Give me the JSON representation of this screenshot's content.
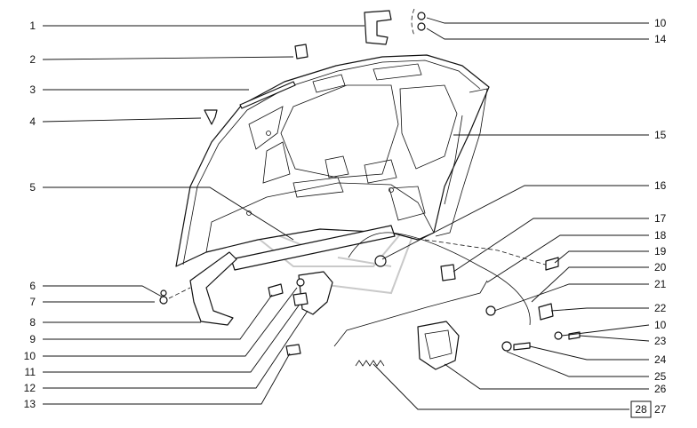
{
  "callouts": {
    "left": [
      "1",
      "2",
      "3",
      "4",
      "5",
      "6",
      "7",
      "8",
      "9",
      "10",
      "11",
      "12",
      "13"
    ],
    "right": [
      "10",
      "14",
      "15",
      "16",
      "17",
      "18",
      "19",
      "20",
      "21",
      "22",
      "10",
      "23",
      "24",
      "25",
      "26",
      "27"
    ],
    "boxed": "28"
  }
}
